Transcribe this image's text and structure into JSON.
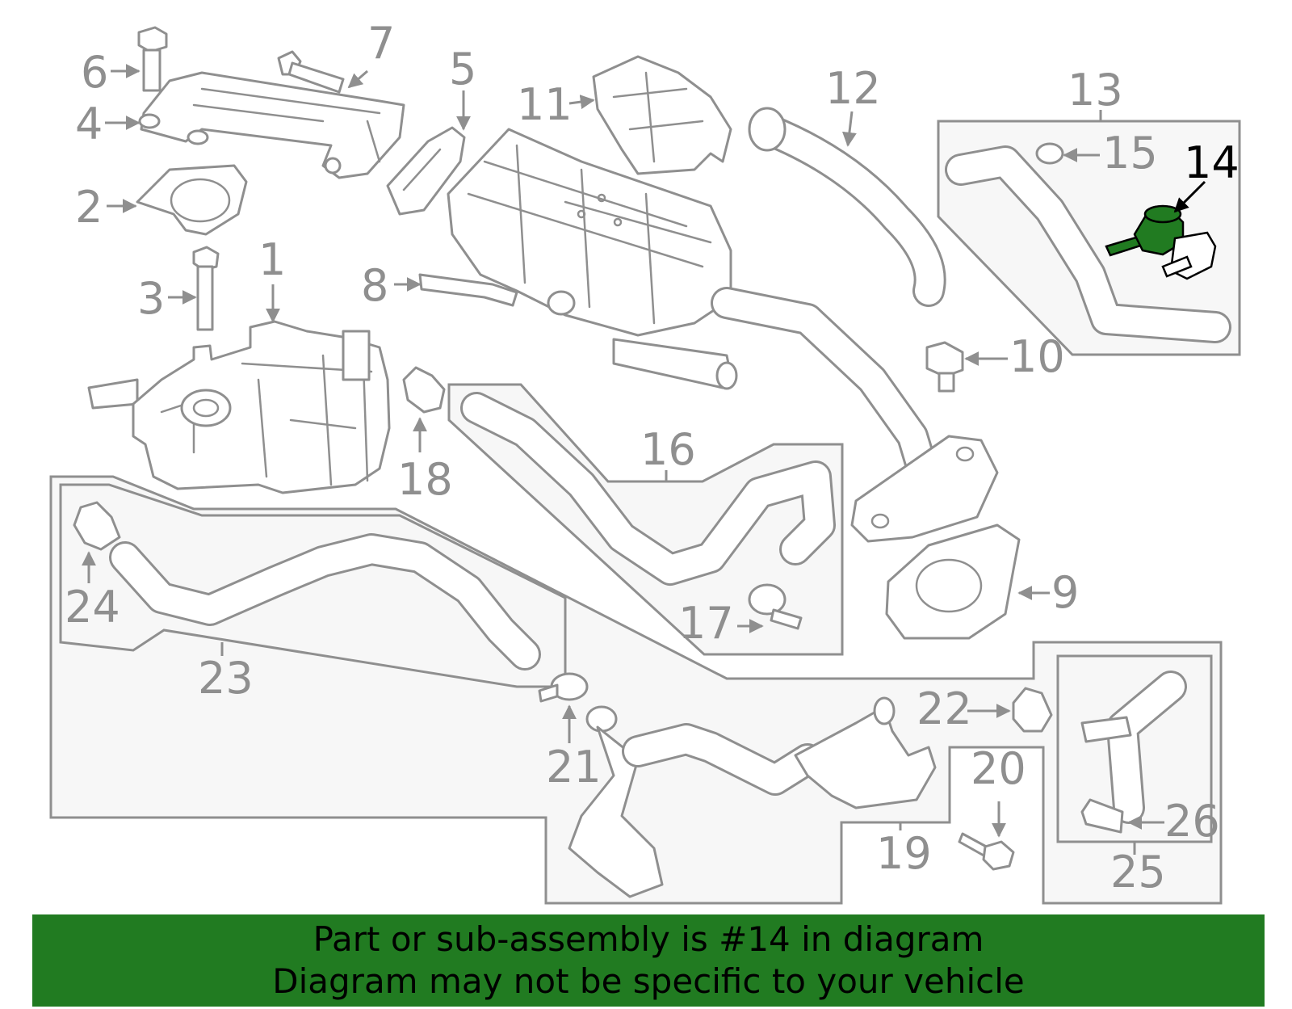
{
  "callouts": {
    "c1": "1",
    "c2": "2",
    "c3": "3",
    "c4": "4",
    "c5": "5",
    "c6": "6",
    "c7": "7",
    "c8": "8",
    "c9": "9",
    "c10": "10",
    "c11": "11",
    "c12": "12",
    "c13": "13",
    "c14": "14",
    "c15": "15",
    "c16": "16",
    "c17": "17",
    "c18": "18",
    "c19": "19",
    "c20": "20",
    "c21": "21",
    "c22": "22",
    "c23": "23",
    "c24": "24",
    "c25": "25",
    "c26": "26"
  },
  "highlighted_part": "14",
  "banner": {
    "line1": "Part or sub-assembly is #14 in diagram",
    "line2": "Diagram may not be specific to your vehicle"
  },
  "colors": {
    "highlight": "#217b21",
    "banner_bg": "#217b21",
    "line_art": "#8f8f8f",
    "box_fill": "#f7f7f7"
  }
}
